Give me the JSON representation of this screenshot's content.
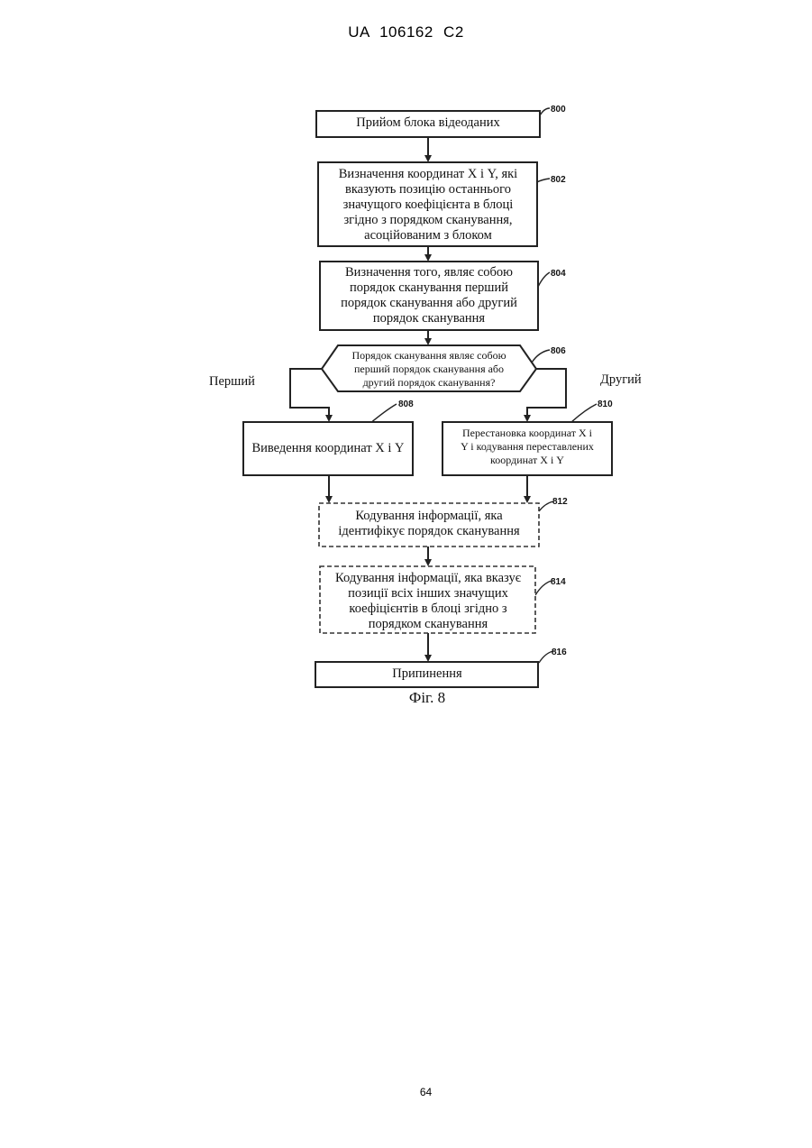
{
  "header": "UA   106162   C2",
  "page_number": "64",
  "figure_caption": "Фіг. 8",
  "steps": {
    "s800": {
      "ref": "800",
      "lines": [
        "Прийом блока відеоданих"
      ]
    },
    "s802": {
      "ref": "802",
      "lines": [
        "Визначення координат X і Y, які",
        "вказують позицію останнього",
        "значущого коефіцієнта в блоці",
        "згідно з порядком сканування,",
        "асоційованим з блоком"
      ]
    },
    "s804": {
      "ref": "804",
      "lines": [
        "Визначення того, являє собою",
        "порядок сканування перший",
        "порядок сканування або другий",
        "порядок сканування"
      ]
    },
    "s806": {
      "ref": "806",
      "lines": [
        "Порядок сканування являє собою",
        "перший порядок сканування або",
        "другий порядок сканування?"
      ]
    },
    "s808": {
      "ref": "808",
      "lines": [
        "Виведення координат X і Y"
      ]
    },
    "s810": {
      "ref": "810",
      "lines": [
        "Перестановка координат X і",
        "Y і кодування переставлених",
        "координат X і Y"
      ]
    },
    "s812": {
      "ref": "812",
      "lines": [
        "Кодування інформації, яка",
        "ідентифікує порядок сканування"
      ]
    },
    "s814": {
      "ref": "814",
      "lines": [
        "Кодування інформації, яка вказує",
        "позиції всіх інших значущих",
        "коефіцієнтів в блоці згідно з",
        "порядком сканування"
      ]
    },
    "s816": {
      "ref": "816",
      "lines": [
        "Припинення"
      ]
    }
  },
  "branch_labels": {
    "left": "Перший",
    "right": "Другий"
  }
}
